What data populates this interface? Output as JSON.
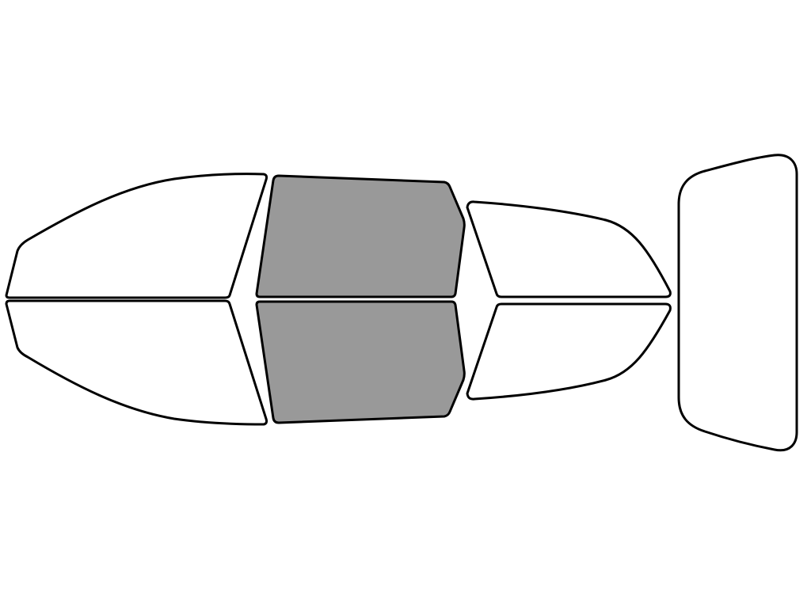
{
  "colors": {
    "background": "#ffffff",
    "outline": "#000000",
    "unselected_fill": "#ffffff",
    "selected_fill": "#999999"
  },
  "windows": [
    {
      "id": "front-windshield-top-half",
      "selected": false
    },
    {
      "id": "front-windshield-bottom-half",
      "selected": false
    },
    {
      "id": "front-door-window-top",
      "selected": true
    },
    {
      "id": "front-door-window-bottom",
      "selected": true
    },
    {
      "id": "rear-door-window-top",
      "selected": false
    },
    {
      "id": "rear-door-window-bottom",
      "selected": false
    },
    {
      "id": "rear-window",
      "selected": false
    }
  ]
}
